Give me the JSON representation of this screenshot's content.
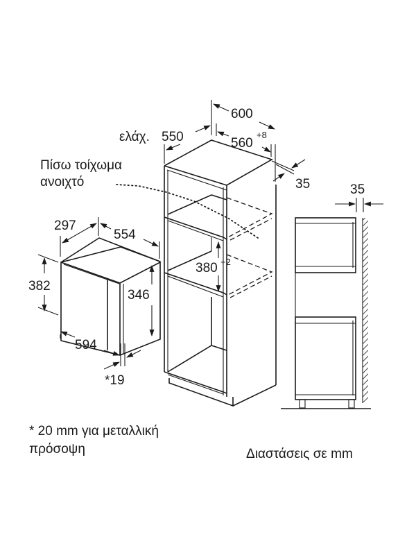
{
  "diagram": {
    "type": "built-in microwave installation dimensions",
    "unit_label": "Διαστάσεις σε mm",
    "footnote_line1": "* 20 mm για μεταλλική",
    "footnote_line2": "πρόσοψη",
    "rear_wall_label_line1": "Πίσω τοίχωμα",
    "rear_wall_label_line2": "ανοιχτό",
    "appliance": {
      "depth": "297",
      "width_top": "554",
      "height": "382",
      "inner_height": "346",
      "front_width": "594",
      "front_offset": "*19"
    },
    "cabinet": {
      "min_depth_prefix": "ελάχ.",
      "min_depth": "550",
      "outer_width": "600",
      "niche_width": "560",
      "niche_width_tolerance": "+8",
      "rear_gap": "35",
      "niche_height": "380",
      "niche_height_tolerance": "+2"
    },
    "side_view": {
      "wall_gap": "35"
    },
    "colors": {
      "line": "#1a1a1a",
      "background": "#ffffff"
    }
  }
}
